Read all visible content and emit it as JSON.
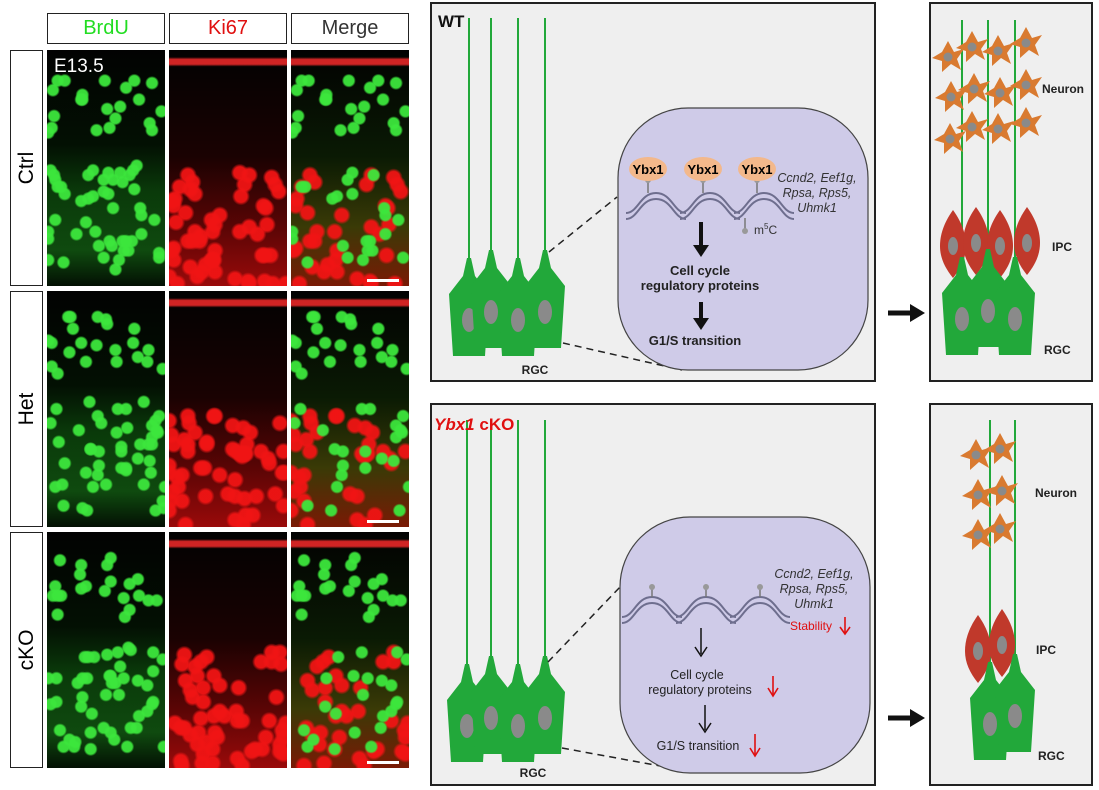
{
  "micrograph": {
    "columns": [
      "BrdU",
      "Ki67",
      "Merge"
    ],
    "column_colors": [
      "#22dd22",
      "#e01010",
      "#333333"
    ],
    "rows": [
      "Ctrl",
      "Het",
      "cKO"
    ],
    "stage_label": "E13.5"
  },
  "wt": {
    "title": "WT",
    "protein": "Ybx1",
    "genes": [
      "Ccnd2, Eef1g,",
      "Rpsa, Rps5,",
      "Uhmk1"
    ],
    "mark_base": "m",
    "mark_sup": "5",
    "mark_end": "C",
    "step1": [
      "Cell cycle",
      "regulatory proteins"
    ],
    "step2": "G1/S transition",
    "rgc": "RGC"
  },
  "cko": {
    "title_gene": "Ybx1",
    "title_suffix": " cKO",
    "genes": [
      "Ccnd2, Eef1g,",
      "Rpsa, Rps5,",
      "Uhmk1"
    ],
    "stability": "Stability",
    "step1": [
      "Cell cycle",
      "regulatory proteins"
    ],
    "step2": "G1/S transition",
    "rgc": "RGC"
  },
  "outcome_wt": {
    "neuron": "Neuron",
    "ipc": "IPC",
    "rgc": "RGC"
  },
  "outcome_cko": {
    "neuron": "Neuron",
    "ipc": "IPC",
    "rgc": "RGC"
  },
  "colors": {
    "rgc_green": "#22a83a",
    "neuron_orange": "#d97a30",
    "ipc_red": "#c0392b",
    "nucleus_gray": "#8a8a8a",
    "bubble_lavender": "#cfcbe8",
    "ybx1_peach": "#f3b88b",
    "decrease_red": "#e01010"
  }
}
